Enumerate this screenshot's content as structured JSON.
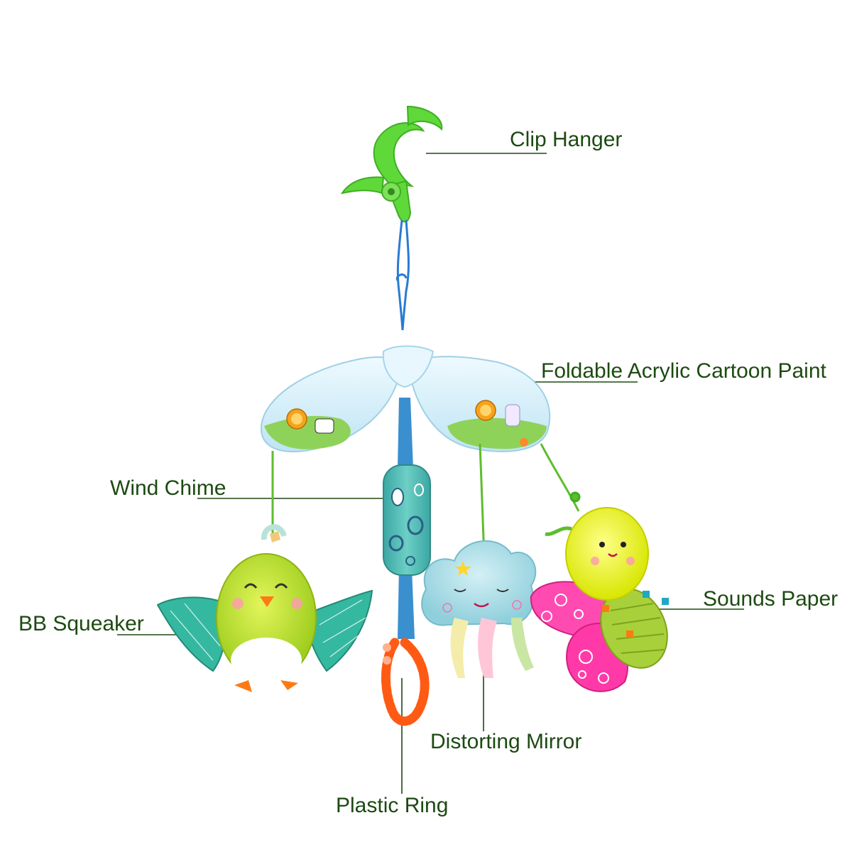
{
  "colors": {
    "label_text": "#1d4a12",
    "leader_line": "#1d4a12",
    "clip": "#5fd83a",
    "strap": "#3f8fd6",
    "canopy": "#d8f1fb",
    "grass": "#8fd25a",
    "chick_body": "#c4e82c",
    "wing_teal": "#35b8a0",
    "cloud": "#a9dfe9",
    "bee_body": "#e4f21c",
    "bee_wing": "#ff3aa8",
    "ring": "#ff5a14",
    "chime": "#4fb9b2"
  },
  "labels": {
    "clip_hanger": "Clip Hanger",
    "foldable": "Foldable Acrylic Cartoon Paint",
    "wind_chime": "Wind Chime",
    "sounds_paper": "Sounds Paper",
    "bb_squeaker": "BB Squeaker",
    "distorting_mirror": "Distorting Mirror",
    "plastic_ring": "Plastic Ring"
  }
}
